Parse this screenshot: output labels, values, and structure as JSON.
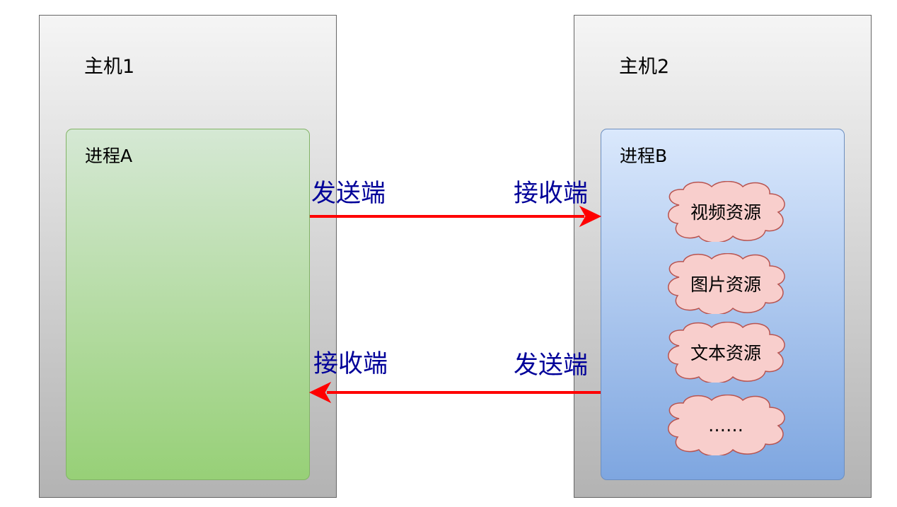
{
  "host1": {
    "label": "主机1"
  },
  "host2": {
    "label": "主机2"
  },
  "processA": {
    "label": "进程A"
  },
  "processB": {
    "label": "进程B"
  },
  "arrows": {
    "top_left_label": "发送端",
    "top_right_label": "接收端",
    "bottom_left_label": "接收端",
    "bottom_right_label": "发送端"
  },
  "resources": [
    {
      "label": "视频资源"
    },
    {
      "label": "图片资源"
    },
    {
      "label": "文本资源"
    },
    {
      "label": "……"
    }
  ],
  "colors": {
    "arrow": "#ff0000",
    "end_label": "#000099",
    "cloud_fill": "#f8cecc",
    "cloud_stroke": "#b85450",
    "processA_fill": "#97d077",
    "processB_fill": "#7ea6e0",
    "host_fill": "#b3b3b3"
  }
}
